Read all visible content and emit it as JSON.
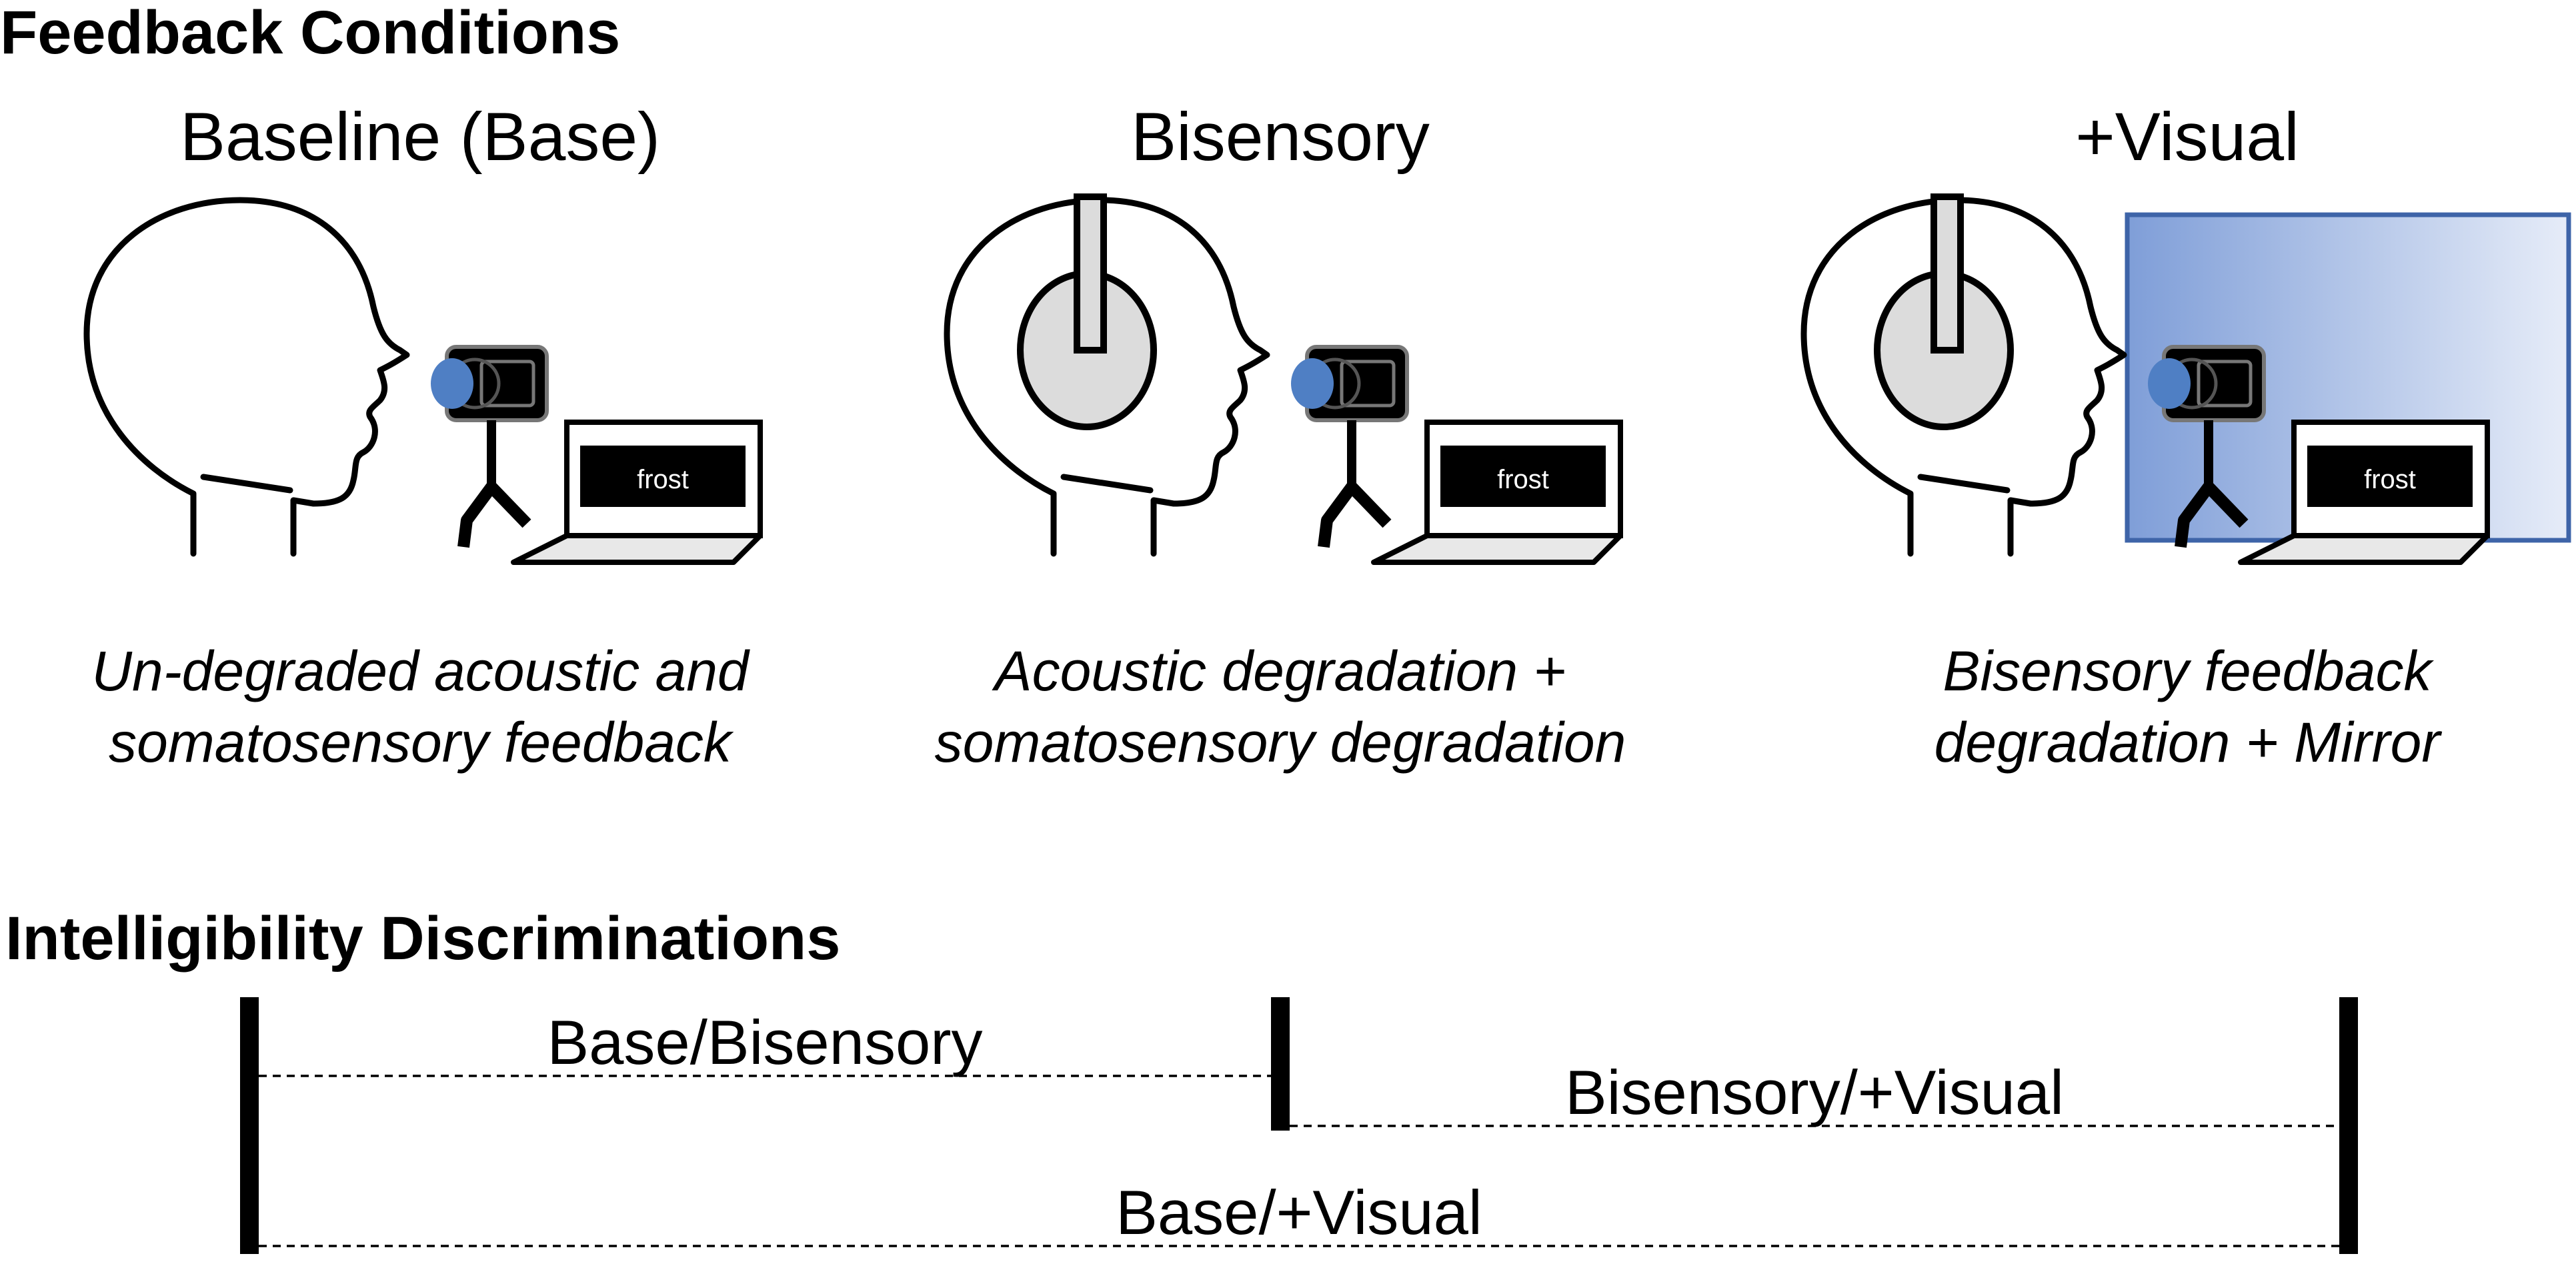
{
  "sections": {
    "feedback_heading": "Feedback Conditions",
    "discrimination_heading": "Intelligibility Discriminations"
  },
  "conditions": [
    {
      "title": "Baseline (Base)",
      "description_line1": "Un-degraded acoustic and",
      "description_line2": "somatosensory feedback",
      "screen_word": "frost",
      "headphones": false,
      "mirror": false
    },
    {
      "title": "Bisensory",
      "description_line1": "Acoustic degradation +",
      "description_line2": "somatosensory degradation",
      "screen_word": "frost",
      "headphones": true,
      "mirror": false
    },
    {
      "title": "+Visual",
      "description_line1": "Bisensory feedback",
      "description_line2": "degradation + Mirror",
      "screen_word": "frost",
      "headphones": true,
      "mirror": true
    }
  ],
  "discriminations": [
    {
      "label": "Base/Bisensory",
      "from": "Base",
      "to": "Bisensory"
    },
    {
      "label": "Bisensory/+Visual",
      "from": "Bisensory",
      "to": "+Visual"
    },
    {
      "label": "Base/+Visual",
      "from": "Base",
      "to": "+Visual"
    }
  ],
  "colors": {
    "camera_lens": "#4f7fc4",
    "mirror_gradient_start": "#7f9ed8",
    "mirror_gradient_end": "#e6ecf8",
    "mirror_border": "#3e64a8",
    "headphone_fill": "#dcdcdc"
  },
  "icons": [
    "head-profile-icon",
    "headphones-icon",
    "camera-on-tripod-icon",
    "laptop-icon",
    "mirror-icon"
  ]
}
